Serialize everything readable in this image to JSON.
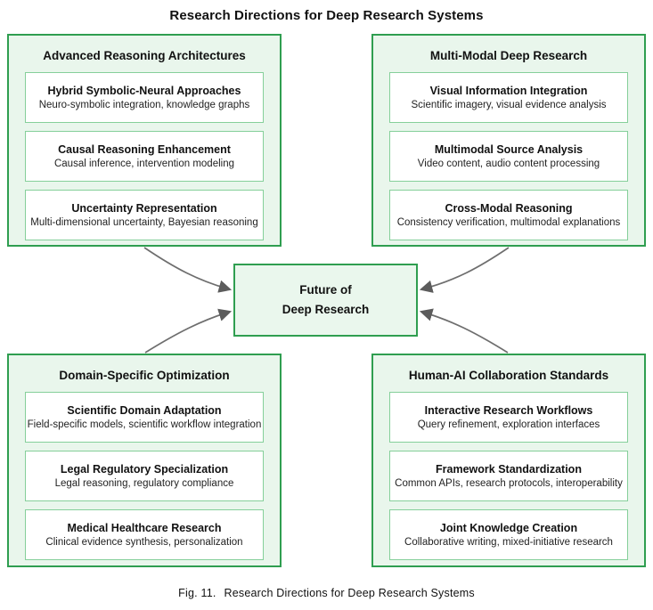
{
  "title": "Research Directions for Deep Research Systems",
  "center": {
    "line1": "Future of",
    "line2": "Deep Research"
  },
  "quadrants": [
    {
      "title": "Advanced Reasoning Architectures",
      "items": [
        {
          "title": "Hybrid Symbolic-Neural Approaches",
          "subtitle": "Neuro-symbolic integration, knowledge graphs"
        },
        {
          "title": "Causal Reasoning Enhancement",
          "subtitle": "Causal inference, intervention modeling"
        },
        {
          "title": "Uncertainty Representation",
          "subtitle": "Multi-dimensional uncertainty, Bayesian reasoning"
        }
      ]
    },
    {
      "title": "Multi-Modal Deep Research",
      "items": [
        {
          "title": "Visual Information Integration",
          "subtitle": "Scientific imagery, visual evidence analysis"
        },
        {
          "title": "Multimodal Source Analysis",
          "subtitle": "Video content, audio content processing"
        },
        {
          "title": "Cross-Modal Reasoning",
          "subtitle": "Consistency verification, multimodal explanations"
        }
      ]
    },
    {
      "title": "Domain-Specific Optimization",
      "items": [
        {
          "title": "Scientific Domain Adaptation",
          "subtitle": "Field-specific models, scientific workflow integration"
        },
        {
          "title": "Legal Regulatory Specialization",
          "subtitle": "Legal reasoning, regulatory compliance"
        },
        {
          "title": "Medical Healthcare Research",
          "subtitle": "Clinical evidence synthesis, personalization"
        }
      ]
    },
    {
      "title": "Human-AI Collaboration Standards",
      "items": [
        {
          "title": "Interactive Research Workflows",
          "subtitle": "Query refinement, exploration interfaces"
        },
        {
          "title": "Framework Standardization",
          "subtitle": "Common APIs, research protocols, interoperability"
        },
        {
          "title": "Joint Knowledge Creation",
          "subtitle": "Collaborative writing, mixed-initiative research"
        }
      ]
    }
  ],
  "caption": {
    "label": "Fig. 11.",
    "text": "Research Directions for Deep Research Systems"
  },
  "colors": {
    "box_border_green": "#2f9e50",
    "box_fill_light_green": "#e9f6ec",
    "inner_border_green": "#85cf9a",
    "inner_fill": "#ffffff",
    "arrow_gray": "#6e6e6e",
    "arrowhead_gray": "#5c5c5c",
    "text": "#111111"
  }
}
